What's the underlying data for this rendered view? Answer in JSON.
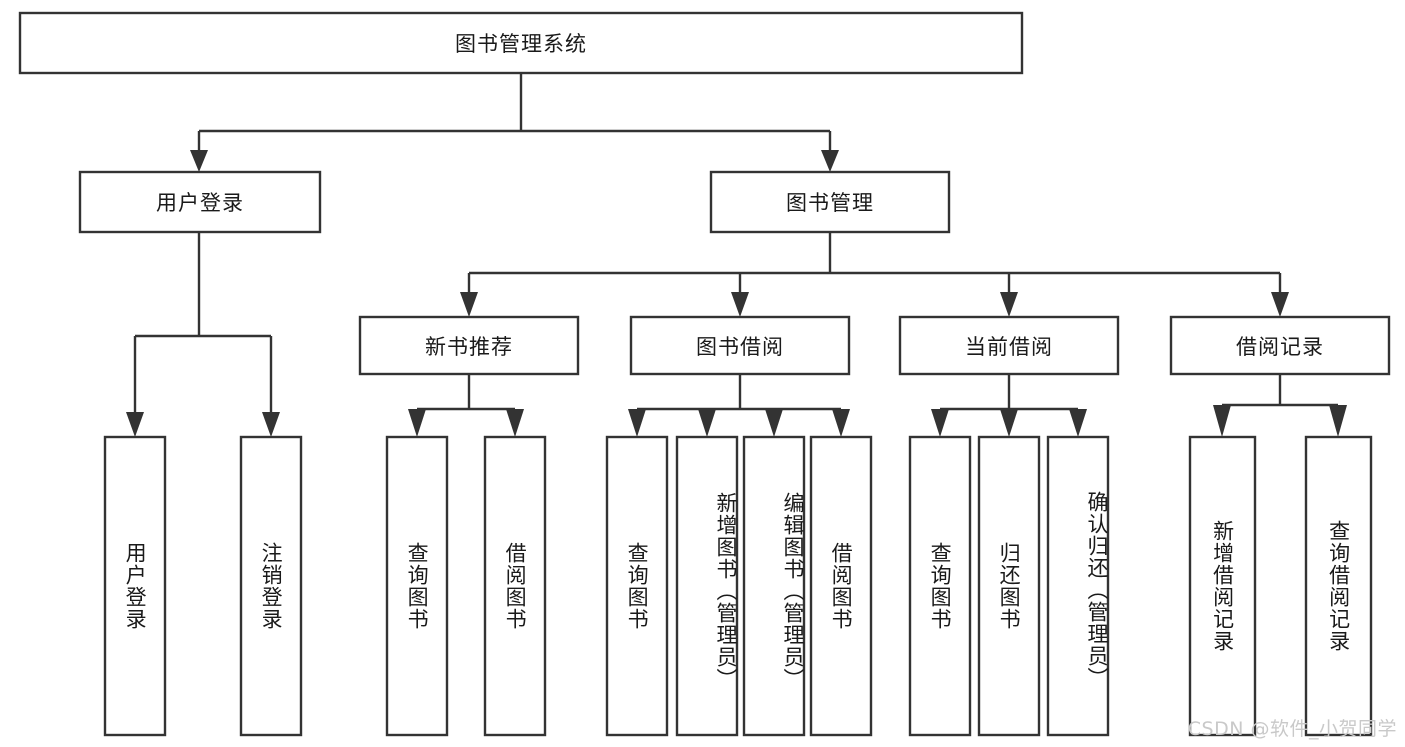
{
  "diagram": {
    "title": "图书管理系统",
    "type": "tree-hierarchy",
    "watermark": "CSDN @软件_小贺同学",
    "colors": {
      "stroke": "#333333",
      "fill": "#ffffff",
      "text": "#1a1a1a",
      "watermark": "#c9c9c9"
    },
    "root": {
      "id": "root",
      "label": "图书管理系统",
      "orientation": "horizontal"
    },
    "level2": [
      {
        "id": "user-login",
        "label": "用户登录",
        "orientation": "horizontal"
      },
      {
        "id": "book-manage",
        "label": "图书管理",
        "orientation": "horizontal"
      }
    ],
    "level3": [
      {
        "id": "new-book-recommend",
        "label": "新书推荐",
        "orientation": "horizontal"
      },
      {
        "id": "book-borrow",
        "label": "图书借阅",
        "orientation": "horizontal"
      },
      {
        "id": "current-borrow",
        "label": "当前借阅",
        "orientation": "horizontal"
      },
      {
        "id": "borrow-record",
        "label": "借阅记录",
        "orientation": "horizontal"
      }
    ],
    "leaves": {
      "user-login": [
        {
          "id": "leaf-user-login",
          "label": "用户登录",
          "orientation": "vertical"
        },
        {
          "id": "leaf-logout",
          "label": "注销登录",
          "orientation": "vertical"
        }
      ],
      "new-book-recommend": [
        {
          "id": "leaf-query-book-1",
          "label": "查询图书",
          "orientation": "vertical"
        },
        {
          "id": "leaf-borrow-book-1",
          "label": "借阅图书",
          "orientation": "vertical"
        }
      ],
      "book-borrow": [
        {
          "id": "leaf-query-book-2",
          "label": "查询图书",
          "orientation": "vertical"
        },
        {
          "id": "leaf-add-book",
          "label": "新增图书（管理员）",
          "orientation": "vertical"
        },
        {
          "id": "leaf-edit-book",
          "label": "编辑图书（管理员）",
          "orientation": "vertical"
        },
        {
          "id": "leaf-borrow-book-2",
          "label": "借阅图书",
          "orientation": "vertical"
        }
      ],
      "current-borrow": [
        {
          "id": "leaf-query-book-3",
          "label": "查询图书",
          "orientation": "vertical"
        },
        {
          "id": "leaf-return-book",
          "label": "归还图书",
          "orientation": "vertical"
        },
        {
          "id": "leaf-confirm-return",
          "label": "确认归还（管理员）",
          "orientation": "vertical"
        }
      ],
      "borrow-record": [
        {
          "id": "leaf-add-record",
          "label": "新增借阅记录",
          "orientation": "vertical"
        },
        {
          "id": "leaf-query-record",
          "label": "查询借阅记录",
          "orientation": "vertical"
        }
      ]
    }
  }
}
